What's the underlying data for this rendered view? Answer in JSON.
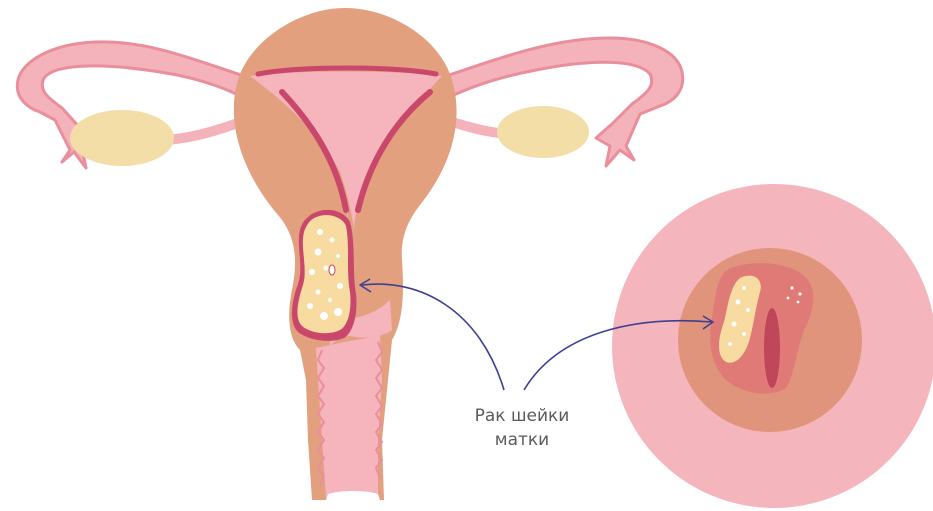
{
  "label": {
    "line1": "Рак шейки",
    "line2": "матки"
  },
  "colors": {
    "uterus_body": "#e2a07f",
    "tube": "#f4b3bb",
    "tube_outline": "#e98e9b",
    "ovary": "#f3dea7",
    "cavity": "#f6b4bd",
    "cavity_dark": "#c8476a",
    "tumor": "#f7dba0",
    "tumor_spots": "#ffffff",
    "arrow": "#3f3f92",
    "circle_bg": "#f5b5bc",
    "circle_inner": "#e0947b",
    "lesion": "#e07a76"
  },
  "icons": {
    "uterus": "uterus-illustration",
    "cervix_view": "cervix-closeup-illustration"
  }
}
